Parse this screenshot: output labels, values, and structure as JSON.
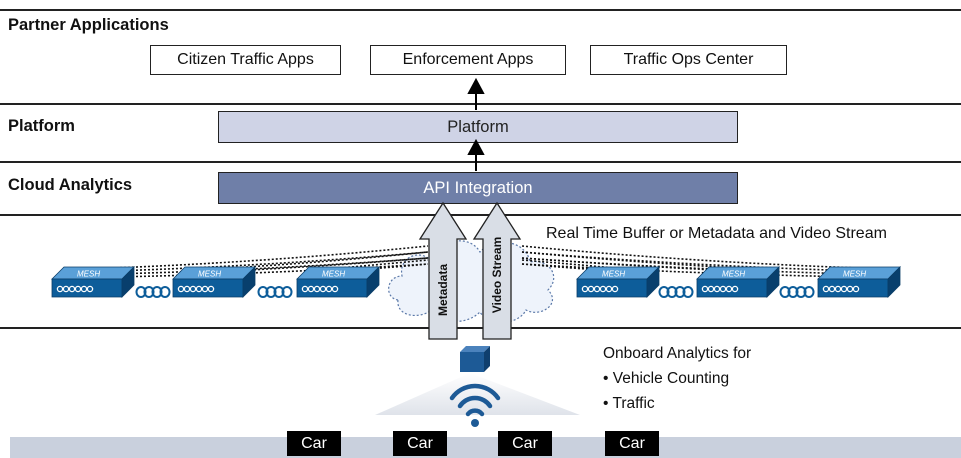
{
  "sections": {
    "partner": "Partner Applications",
    "platform": "Platform",
    "cloud": "Cloud Analytics"
  },
  "apps": [
    "Citizen Traffic Apps",
    "Enforcement Apps",
    "Traffic Ops Center"
  ],
  "platform_bar": "Platform",
  "api_bar": "API Integration",
  "stream_label": "Real Time Buffer or Metadata and Video Stream",
  "arrows": {
    "metadata": "Metadata",
    "video": "Video Stream"
  },
  "mesh_label": "MESH",
  "onboard": {
    "title": "Onboard Analytics for",
    "items": [
      "• Vehicle Counting",
      "• Traffic"
    ]
  },
  "cars": [
    "Car",
    "Car",
    "Car",
    "Car"
  ],
  "colors": {
    "platform_bar": "#cfd3e6",
    "api_bar": "#6f7fa8",
    "mesh_top": "#5aa0d8",
    "mesh_front": "#0d5d9a",
    "device": "#1d5a96",
    "road": "#c9d0dd"
  }
}
